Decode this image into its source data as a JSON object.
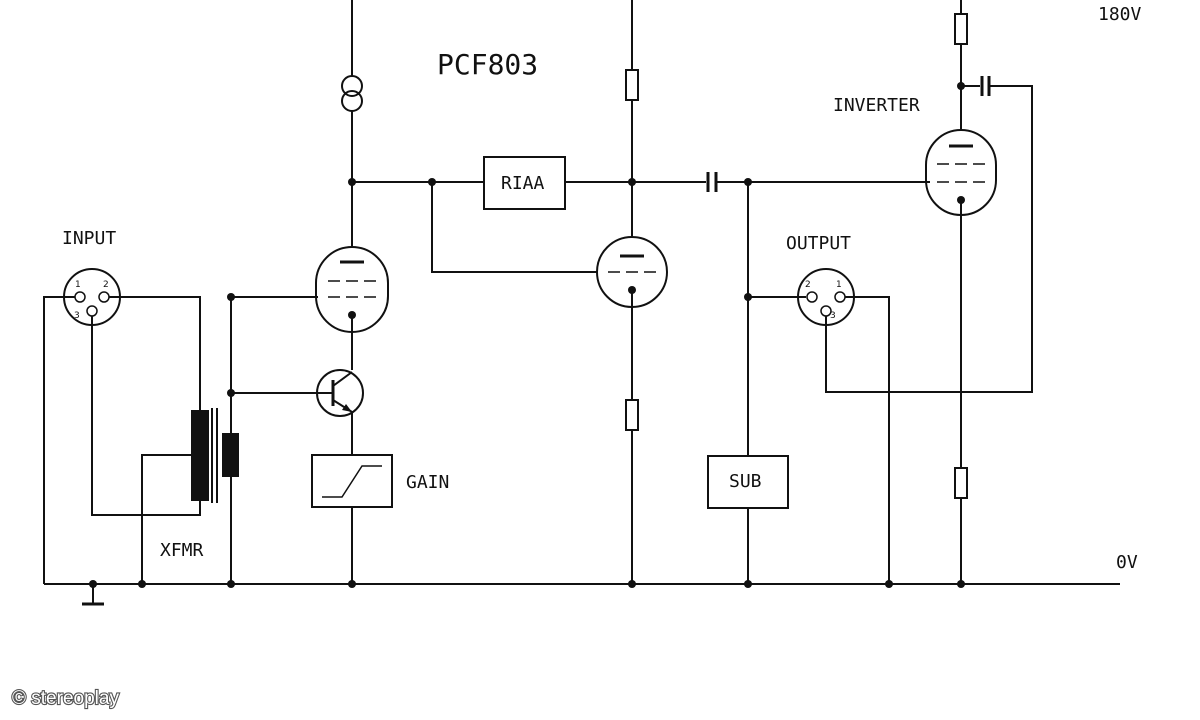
{
  "title": "PCF803",
  "labels": {
    "supply": "180V",
    "ground_rail": "0V",
    "input": "INPUT",
    "output": "OUTPUT",
    "inverter": "INVERTER",
    "transformer": "XFMR",
    "gain": "GAIN",
    "riaa": "RIAA",
    "sub": "SUB"
  },
  "pins": {
    "input": [
      "1",
      "2",
      "3"
    ],
    "output": [
      "2",
      "1",
      "3"
    ]
  },
  "watermark": "© stereoplay"
}
